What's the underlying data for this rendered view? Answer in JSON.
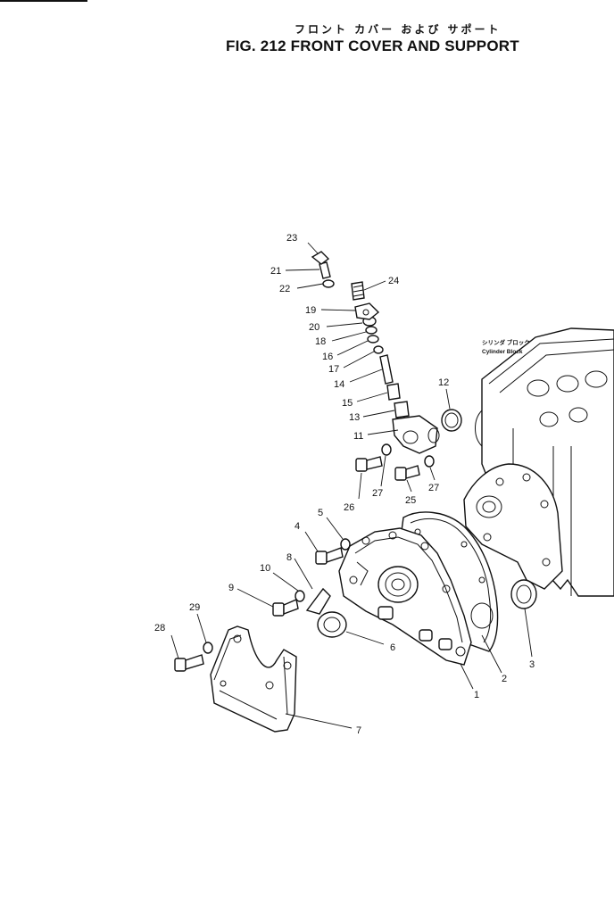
{
  "title": {
    "jp": "フロント カバー および サポート",
    "en": "FIG. 212  FRONT COVER AND SUPPORT"
  },
  "block_label": {
    "jp": "シリンダ ブロック",
    "en": "Cylinder Block"
  },
  "callouts": [
    "1",
    "2",
    "3",
    "4",
    "5",
    "6",
    "7",
    "8",
    "9",
    "10",
    "11",
    "12",
    "13",
    "14",
    "15",
    "16",
    "17",
    "18",
    "19",
    "20",
    "21",
    "22",
    "23",
    "24",
    "25",
    "26",
    "27",
    "27",
    "28",
    "29"
  ]
}
